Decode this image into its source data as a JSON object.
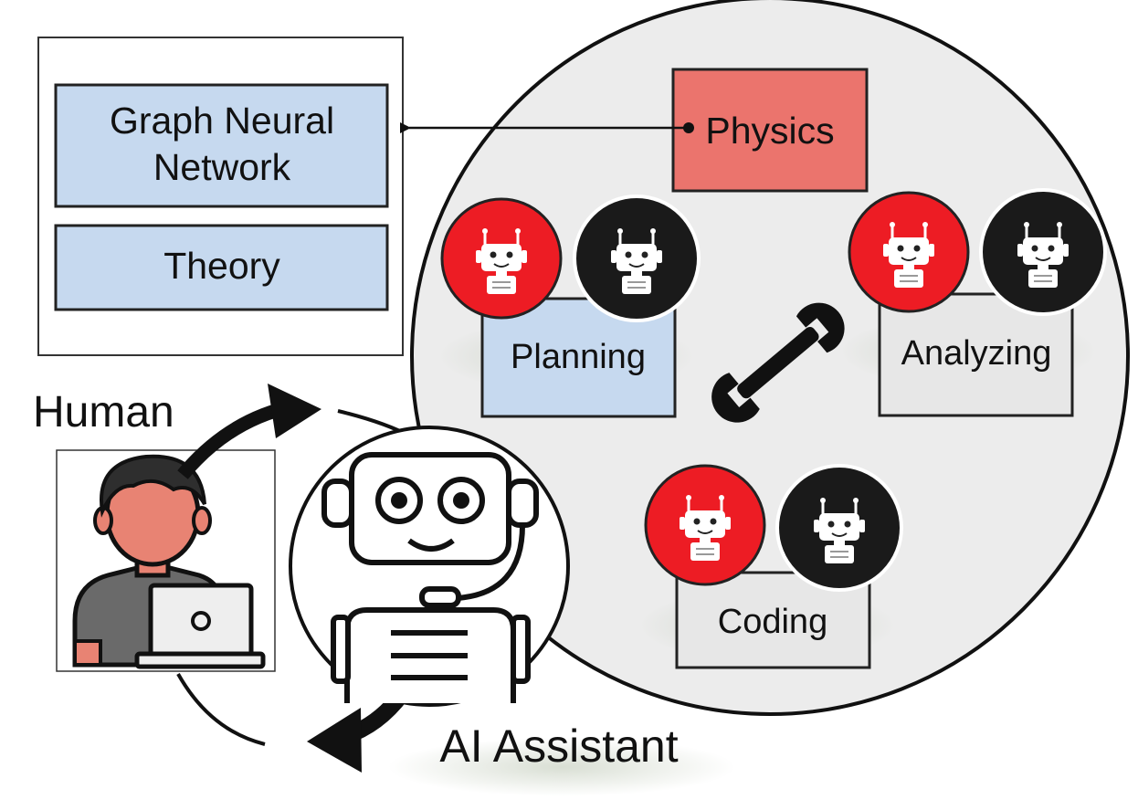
{
  "knowledge_panel": {
    "items": [
      {
        "label": "Graph Neural Network"
      },
      {
        "label": "Theory"
      }
    ]
  },
  "physics_label": "Physics",
  "agents": {
    "planning": "Planning",
    "analyzing": "Analyzing",
    "coding": "Coding"
  },
  "human_label": "Human",
  "assistant_label": "AI Assistant",
  "colors": {
    "box_blue": "#c6d9ef",
    "box_red": "#eb746d",
    "circle_gray": "#ececec",
    "agent_gray": "#e7e7e7",
    "robot_red": "#ed1c24",
    "robot_black": "#1a1a1a",
    "face_skin": "#e88373",
    "hair": "#2e2e2e",
    "shirt": "#6a6a6a"
  },
  "icons": [
    "robot-red-icon",
    "robot-black-icon",
    "wrench-icon",
    "human-with-laptop-icon",
    "ai-assistant-robot-icon",
    "curved-arrow-icon"
  ]
}
